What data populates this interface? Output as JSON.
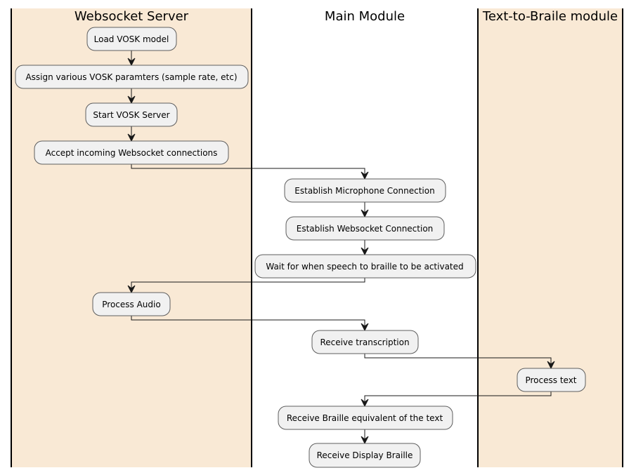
{
  "colors": {
    "lane_fill": "#f9e9d5",
    "node_fill": "#f1f1f1",
    "node_border": "#5e5e5e",
    "arrow": "#181818"
  },
  "lanes": [
    {
      "id": "ws",
      "title": "Websocket Server",
      "shaded": true
    },
    {
      "id": "main",
      "title": "Main Module",
      "shaded": false
    },
    {
      "id": "braille",
      "title": "Text-to-Braile module",
      "shaded": true
    }
  ],
  "nodes": [
    {
      "id": "n1",
      "lane": "ws",
      "label": "Load VOSK model"
    },
    {
      "id": "n2",
      "lane": "ws",
      "label": "Assign various VOSK paramters (sample rate, etc)"
    },
    {
      "id": "n3",
      "lane": "ws",
      "label": "Start VOSK Server"
    },
    {
      "id": "n4",
      "lane": "ws",
      "label": "Accept incoming Websocket connections"
    },
    {
      "id": "n5",
      "lane": "main",
      "label": "Establish Microphone Connection"
    },
    {
      "id": "n6",
      "lane": "main",
      "label": "Establish Websocket Connection"
    },
    {
      "id": "n7",
      "lane": "main",
      "label": "Wait for when speech to braille to be activated"
    },
    {
      "id": "n8",
      "lane": "ws",
      "label": "Process Audio"
    },
    {
      "id": "n9",
      "lane": "main",
      "label": "Receive transcription"
    },
    {
      "id": "n10",
      "lane": "braille",
      "label": "Process text"
    },
    {
      "id": "n11",
      "lane": "main",
      "label": "Receive Braille equivalent of the text"
    },
    {
      "id": "n12",
      "lane": "main",
      "label": "Receive Display Braille"
    }
  ],
  "edges": [
    {
      "from": "n1",
      "to": "n2"
    },
    {
      "from": "n2",
      "to": "n3"
    },
    {
      "from": "n3",
      "to": "n4"
    },
    {
      "from": "n4",
      "to": "n5"
    },
    {
      "from": "n5",
      "to": "n6"
    },
    {
      "from": "n6",
      "to": "n7"
    },
    {
      "from": "n7",
      "to": "n8"
    },
    {
      "from": "n8",
      "to": "n9"
    },
    {
      "from": "n9",
      "to": "n10"
    },
    {
      "from": "n10",
      "to": "n11"
    },
    {
      "from": "n11",
      "to": "n12"
    }
  ]
}
